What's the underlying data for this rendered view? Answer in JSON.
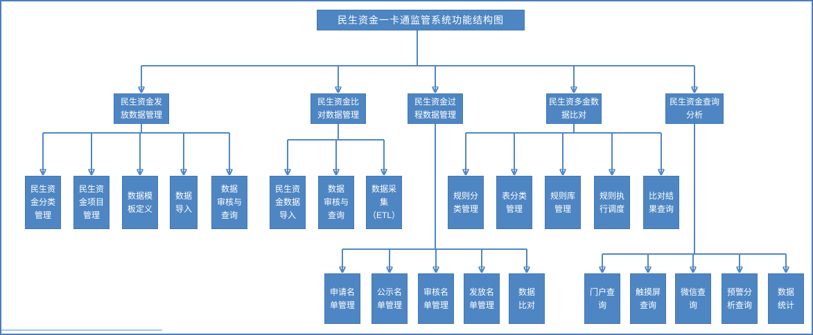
{
  "page_title": "民生资金一卡通监管系统功能结构图",
  "colors": {
    "node_fill": "#4e86c3",
    "connector": "#4e86c3",
    "node_text": "#ffffff",
    "frame_border": "#4a7ebc"
  },
  "tree": {
    "root": {
      "label": "民生资金一卡通监管系统功能结构图"
    },
    "branches": [
      {
        "label": "民生资金发\n放数据管理",
        "children": [
          "民生资\n金分类\n管理",
          "民生资\n金项目\n管理",
          "数据模\n板定义",
          "数据\n导入",
          "数据\n审核与\n查询"
        ]
      },
      {
        "label": "民生资金比\n对数据管理",
        "children": [
          "民生资\n金数据\n导入",
          "数据\n审核与\n查询",
          "数据采\n集\n（ETL）"
        ]
      },
      {
        "label": "民生资金过\n程数据管理",
        "children": [
          "申请名\n单管理",
          "公示名\n单管理",
          "审核名\n单管理",
          "发放名\n单管理",
          "数据\n比对"
        ]
      },
      {
        "label": "民生资多金数\n据比对",
        "children": [
          "规则分\n类管理",
          "表分类\n管理",
          "规则库\n管理",
          "规则执\n行调度",
          "比对结\n果查询"
        ]
      },
      {
        "label": "民生资金查询\n分析",
        "children": [
          "门户查\n询",
          "触摸屏\n查询",
          "微信查\n询",
          "预警分\n析查询",
          "数据\n统计"
        ]
      }
    ]
  }
}
